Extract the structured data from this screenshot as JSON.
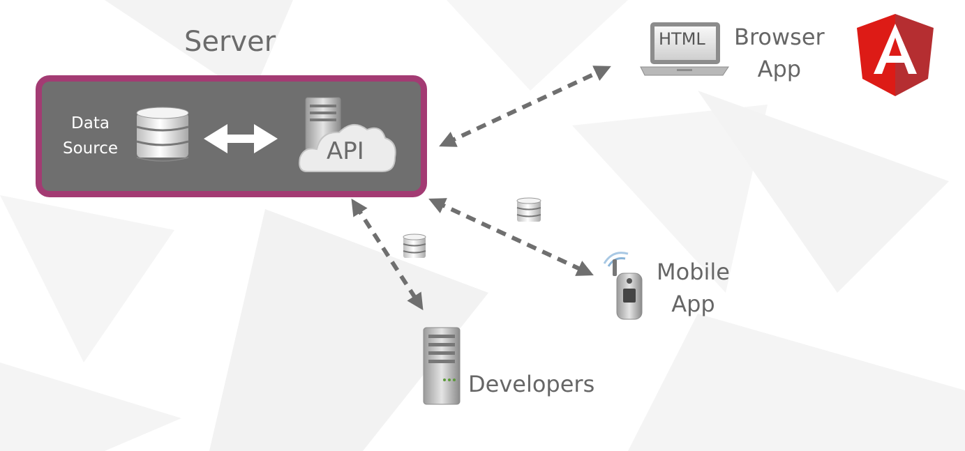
{
  "server": {
    "title": "Server"
  },
  "data_source": {
    "line1": "Data",
    "line2": "Source"
  },
  "api": {
    "label": "API"
  },
  "browser": {
    "screen_text": "HTML",
    "line1": "Browser",
    "line2": "App"
  },
  "mobile": {
    "line1": "Mobile",
    "line2": "App"
  },
  "developers": {
    "label": "Developers"
  },
  "colors": {
    "server_border": "#a33b73",
    "server_fill": "#6f6f6f",
    "text": "#666666",
    "arrow": "#6f6f6f",
    "angular_red": "#dd1b16",
    "angular_dark": "#b52e31"
  },
  "icons": [
    "database-icon",
    "server-cloud-icon",
    "laptop-icon",
    "angular-logo",
    "mobile-phone-icon",
    "server-tower-icon"
  ]
}
